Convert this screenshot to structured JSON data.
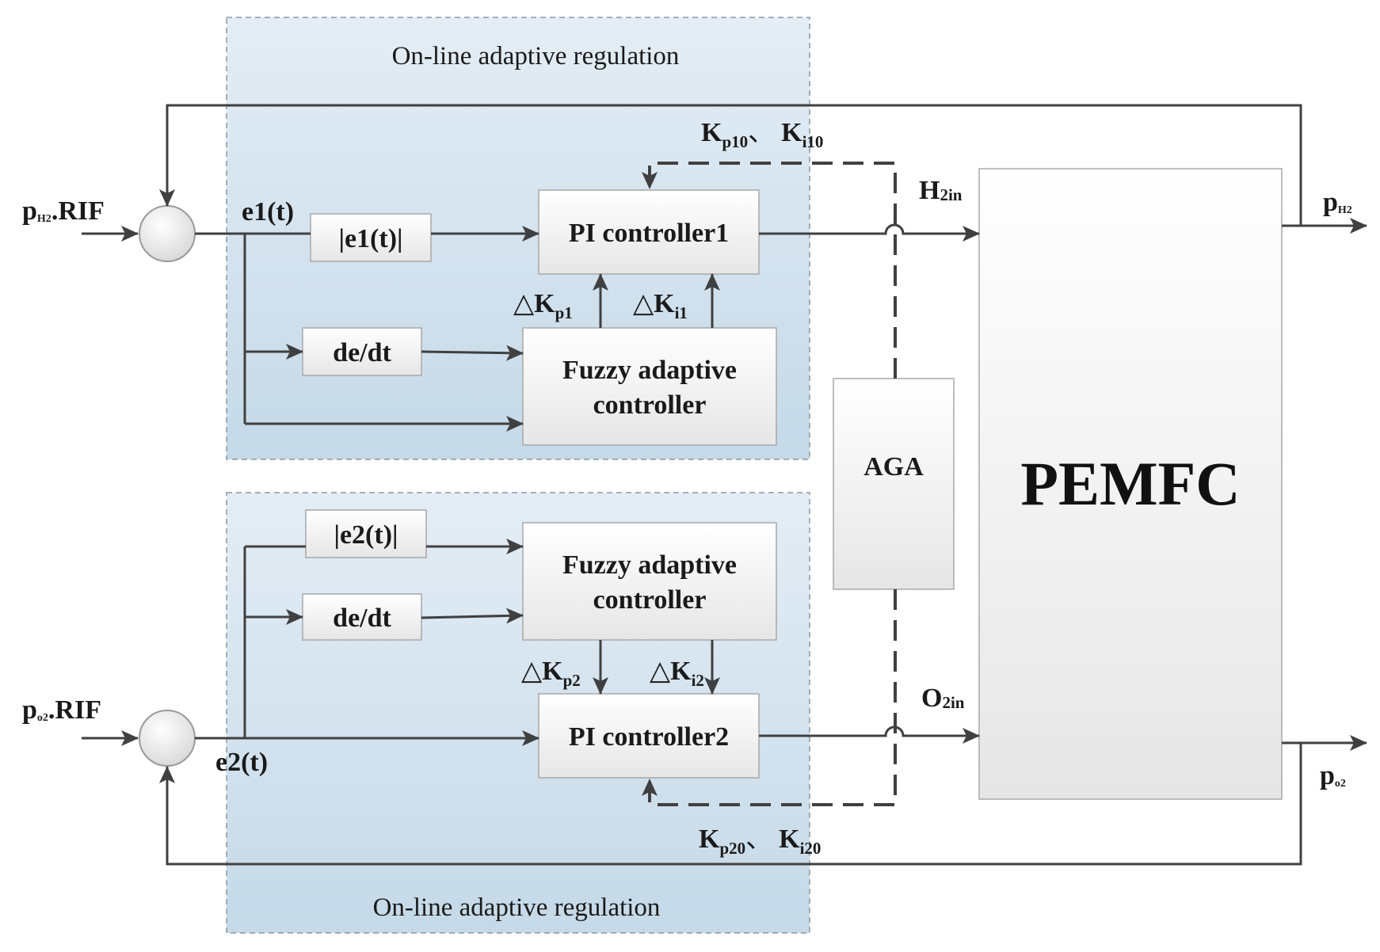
{
  "regions": {
    "top_title": "On-line adaptive regulation",
    "bottom_title": "On-line adaptive regulation"
  },
  "inputs": {
    "h2_ref_main": "p",
    "h2_ref_sub": "H2",
    "h2_ref_tail": ".RIF",
    "o2_ref_main": "p",
    "o2_ref_sub": "o2",
    "o2_ref_tail": ".RIF"
  },
  "signals": {
    "e1": "e1(t)",
    "e2": "e2(t)"
  },
  "blocks": {
    "abs_e1": "|e1(t)|",
    "abs_e2": "|e2(t)|",
    "dedt_top": "de/dt",
    "dedt_bottom": "de/dt",
    "pi1": "PI controller1",
    "pi2": "PI controller2",
    "fuzzy_top_line1": "Fuzzy adaptive",
    "fuzzy_top_line2": "controller",
    "fuzzy_bottom_line1": "Fuzzy adaptive",
    "fuzzy_bottom_line2": "controller",
    "aga": "AGA",
    "pemfc": "PEMFC"
  },
  "gains": {
    "dkp1_main": "△K",
    "dkp1_sub": "p1",
    "dki1_main": "△K",
    "dki1_sub": "i1",
    "dkp2_main": "△K",
    "dkp2_sub": "p2",
    "dki2_main": "△K",
    "dki2_sub": "i2",
    "kp10_main": "K",
    "kp10_sub": "p10",
    "kp_sep_top": "、",
    "ki10_main": "K",
    "ki10_sub": "i10",
    "kp20_main": "K",
    "kp20_sub": "p20",
    "kp_sep_bottom": "、",
    "ki20_main": "K",
    "ki20_sub": "i20"
  },
  "flows": {
    "h2in_main": "H",
    "h2in_sub": "2in",
    "o2in_main": "O",
    "o2in_sub": "2in"
  },
  "outputs": {
    "ph2_main": "p",
    "ph2_sub": "H2",
    "po2_main": "p",
    "po2_sub": "o2"
  },
  "colors": {
    "region_fill_top": "#e4edf5",
    "region_fill_bottom": "#c5d9e8",
    "line": "#404040"
  }
}
